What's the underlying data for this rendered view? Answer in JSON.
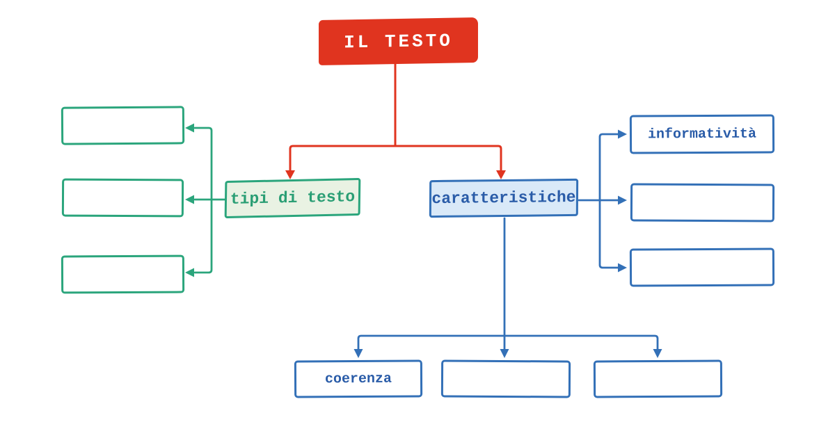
{
  "page": {
    "background": "#ffffff",
    "type": "concept-map-worksheet"
  },
  "diagram": {
    "root": {
      "label": "IL TESTO",
      "fill": "#E0341F",
      "text_color": "#FFFFFF"
    },
    "branches": [
      {
        "label": "tipi di testo",
        "fill": "#E9F2E3",
        "border": "#2BA57C",
        "text_color": "#2A9E74"
      },
      {
        "label": "caratteristiche",
        "fill": "#D9E9F8",
        "border": "#3370B7",
        "text_color": "#2A5CA8"
      }
    ],
    "left_boxes": [
      {
        "label": ""
      },
      {
        "label": ""
      },
      {
        "label": ""
      }
    ],
    "right_boxes": [
      {
        "label": "informatività"
      },
      {
        "label": ""
      },
      {
        "label": ""
      }
    ],
    "bottom_boxes": [
      {
        "label": "coerenza"
      },
      {
        "label": ""
      },
      {
        "label": ""
      }
    ],
    "connector_colors": {
      "red": "#E0341F",
      "green": "#2BA57C",
      "blue": "#3370B7"
    }
  }
}
